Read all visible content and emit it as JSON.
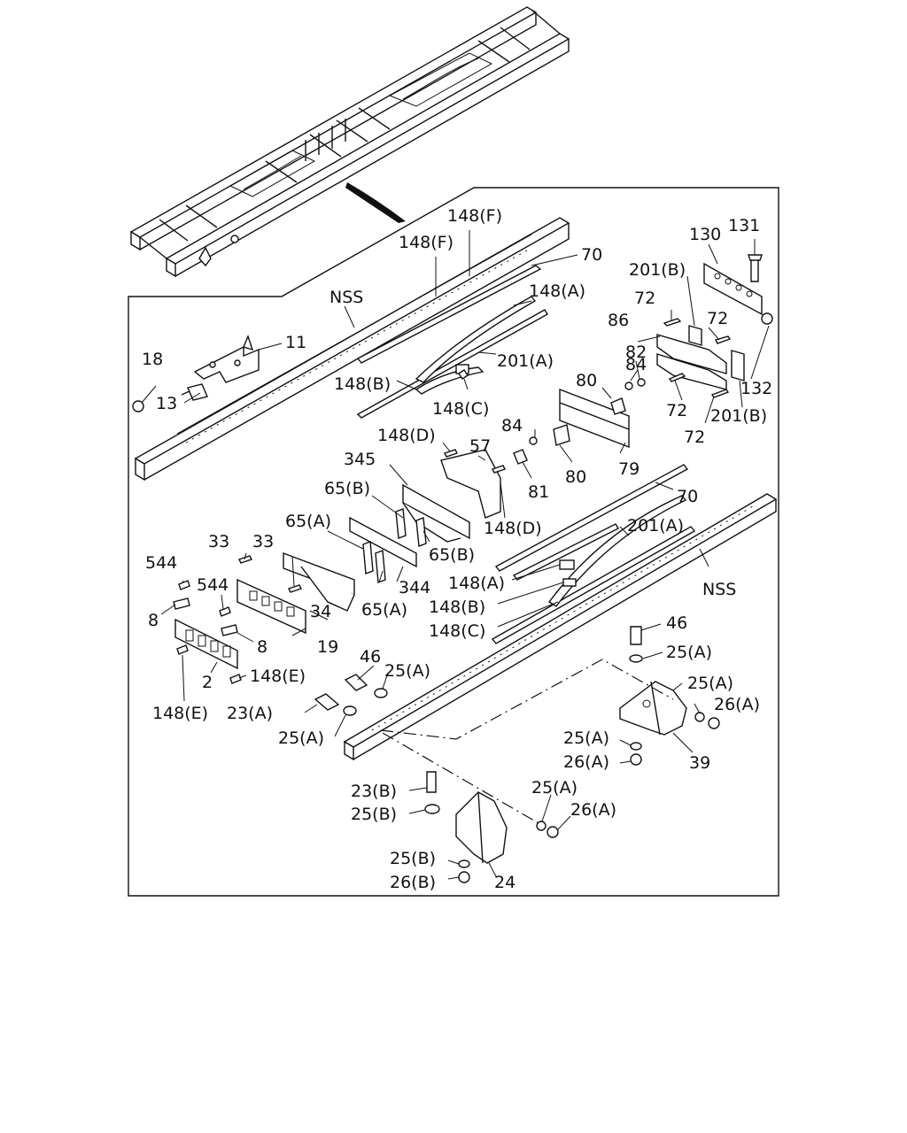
{
  "labels": {
    "nss_top": "NSS",
    "nss_bottom": "NSS",
    "p11": "11",
    "p18": "18",
    "p13": "13",
    "p148f_1": "148(F)",
    "p148f_2": "148(F)",
    "p70_top": "70",
    "p148a_top": "148(A)",
    "p148b_top": "148(B)",
    "p201a_top": "201(A)",
    "p148c_top": "148(C)",
    "p130": "130",
    "p131": "131",
    "p201b_top": "201(B)",
    "p72_1": "72",
    "p72_2": "72",
    "p72_3": "72",
    "p72_4": "72",
    "p86": "86",
    "p84_1": "84",
    "p82": "82",
    "p80_1": "80",
    "p132": "132",
    "p201b_bot": "201(B)",
    "p84_2": "84",
    "p148d_1": "148(D)",
    "p57": "57",
    "p81": "81",
    "p80_2": "80",
    "p79": "79",
    "p345": "345",
    "p65b_1": "65(B)",
    "p65b_2": "65(B)",
    "p148d_2": "148(D)",
    "p70_bot": "70",
    "p201a_bot": "201(A)",
    "p65a_1": "65(A)",
    "p65a_2": "65(A)",
    "p344": "344",
    "p33_1": "33",
    "p33_2": "33",
    "p544_1": "544",
    "p544_2": "544",
    "p8_1": "8",
    "p8_2": "8",
    "p34": "34",
    "p19": "19",
    "p2": "2",
    "p148e_1": "148(E)",
    "p148e_2": "148(E)",
    "p148a_bot": "148(A)",
    "p148b_bot": "148(B)",
    "p148c_bot": "148(C)",
    "p46_1": "46",
    "p46_2": "46",
    "p25a_1": "25(A)",
    "p25a_2": "25(A)",
    "p25a_3": "25(A)",
    "p25a_4": "25(A)",
    "p25a_5": "25(A)",
    "p25a_6": "25(A)",
    "p23a": "23(A)",
    "p26a_1": "26(A)",
    "p26a_2": "26(A)",
    "p26a_3": "26(A)",
    "p39": "39",
    "p23b": "23(B)",
    "p25b_1": "25(B)",
    "p25b_2": "25(B)",
    "p26b": "26(B)",
    "p24": "24"
  }
}
